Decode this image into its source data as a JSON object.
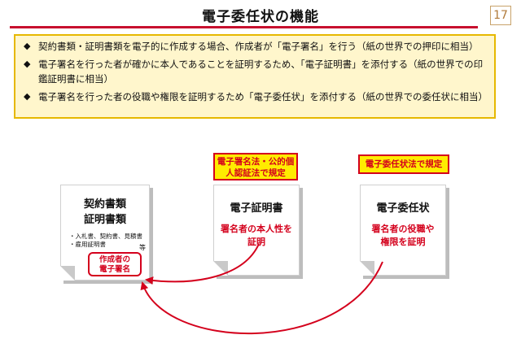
{
  "page": {
    "title": "電子委任状の機能",
    "page_number": "17"
  },
  "bullets": [
    {
      "icon": "diamond-bullet-icon",
      "text": "契約書類・証明書類を電子的に作成する場合、作成者が「電子署名」を行う（紙の世界での押印に相当）"
    },
    {
      "icon": "diamond-bullet-icon",
      "text": "電子署名を行った者が確かに本人であることを証明するため、「電子証明書」を添付する（紙の世界での印鑑証明書に相当）"
    },
    {
      "icon": "diamond-bullet-icon",
      "text": "電子署名を行った者の役職や権限を証明するため「電子委任状」を添付する（紙の世界での委任状に相当）"
    }
  ],
  "documents": {
    "contract": {
      "title_line1": "契約書類",
      "title_line2": "証明書類",
      "items": [
        "・入札書、契約書、見積書",
        "・雇用証明書"
      ],
      "etc": "等",
      "signature_line1": "作成者の",
      "signature_line2": "電子署名"
    },
    "certificate": {
      "law_line1": "電子署名法・公的個",
      "law_line2": "人認証法で規定",
      "title": "電子証明書",
      "desc_line1": "署名者の本人性を",
      "desc_line2": "証明"
    },
    "delegation": {
      "law": "電子委任状法で規定",
      "title": "電子委任状",
      "desc_line1": "署名者の役職や",
      "desc_line2": "権限を証明"
    }
  },
  "colors": {
    "accent_red": "#d4001c",
    "highlight_yellow": "#ffec00",
    "box_bg": "#fff6cc",
    "box_border": "#e6b800"
  }
}
